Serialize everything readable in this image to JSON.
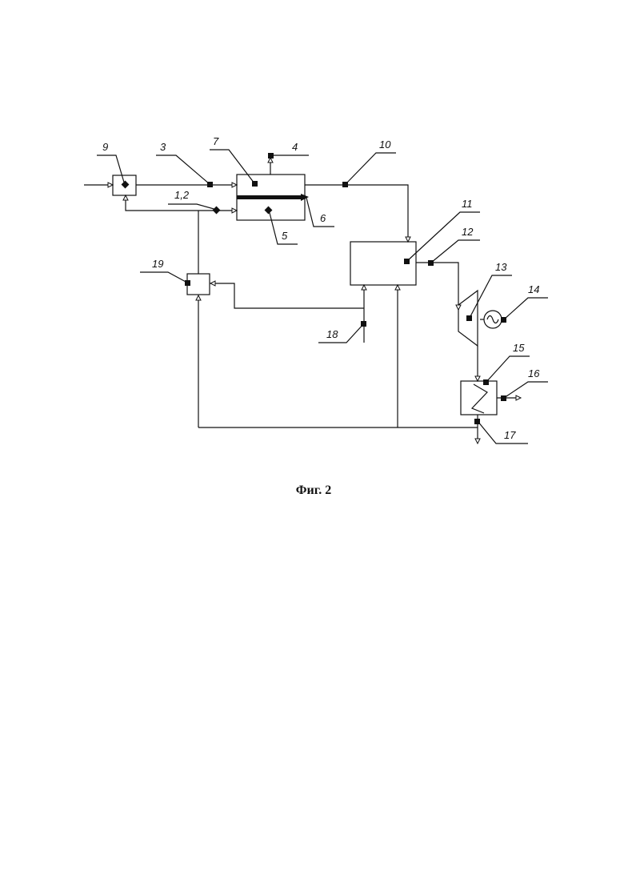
{
  "labels": {
    "n3": "3",
    "n4": "4",
    "n5": "5",
    "n6": "6",
    "n7": "7",
    "n9": "9",
    "n10": "10",
    "n11": "11",
    "n12a": "1,2",
    "n12b": "12",
    "n13": "13",
    "n14": "14",
    "n15": "15",
    "n16": "16",
    "n17": "17",
    "n18": "18",
    "n19": "19"
  },
  "caption": "Фиг. 2"
}
